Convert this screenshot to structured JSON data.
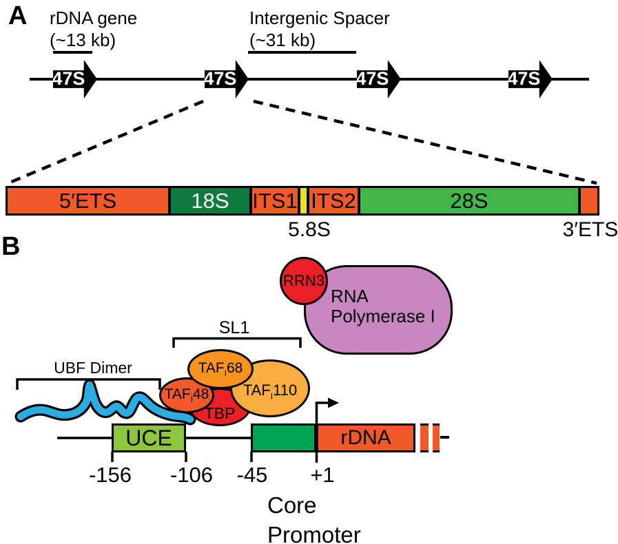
{
  "figure": {
    "panel_a": {
      "label": "A",
      "gene_label_line1": "rDNA gene",
      "gene_label_line2": "(~13 kb)",
      "spacer_label_line1": "Intergenic Spacer",
      "spacer_label_line2": "(~31 kb)",
      "repeat_unit": "47S",
      "bar_segments": [
        {
          "name": "5-ets",
          "label": "5′ETS",
          "color": "#F1592A"
        },
        {
          "name": "18s",
          "label": "18S",
          "color": "#0F7A3D"
        },
        {
          "name": "its1",
          "label": "ITS1",
          "color": "#F1592A"
        },
        {
          "name": "5-8s",
          "label": "",
          "color": "#E8E02C"
        },
        {
          "name": "its2",
          "label": "ITS2",
          "color": "#F1592A"
        },
        {
          "name": "28s",
          "label": "28S",
          "color": "#43B64A"
        },
        {
          "name": "3-ets",
          "label": "",
          "color": "#F1592A"
        }
      ],
      "label_5_8s": "5.8S",
      "label_3ets": "3′ETS"
    },
    "panel_b": {
      "label": "B",
      "rrn3_label": "RRN3",
      "polymerase_line1": "RNA",
      "polymerase_line2": "Polymerase I",
      "sl1_label": "SL1",
      "ubf_label": "UBF Dimer",
      "taf48": {
        "pre": "TAF",
        "sub": "I",
        "post": "48"
      },
      "taf68": {
        "pre": "TAF",
        "sub": "I",
        "post": "68"
      },
      "taf110": {
        "pre": "TAF",
        "sub": "I",
        "post": "110"
      },
      "tbp_label": "TBP",
      "uce_label": "UCE",
      "rdna_label": "rDNA",
      "pos_156": "-156",
      "pos_106": "-106",
      "pos_45": "-45",
      "pos_1": "+1",
      "core_promoter_line1": "Core",
      "core_promoter_line2": "Promoter"
    },
    "colors": {
      "orange_segment": "#F1592A",
      "dark_green_18s": "#0F7A3D",
      "green_28s": "#43B64A",
      "yellow_5_8s": "#E8E02C",
      "uce_green": "#8CC63E",
      "core_promoter_green": "#00A553",
      "ubf_blue": "#2BACE2",
      "red_tbp_rrn3": "#EB2027",
      "taf68_orange": "#F7931E",
      "taf110_amber": "#FAAE40",
      "taf48_orange": "#F1592A",
      "polymerase_plum": "#C987C1",
      "outline_black": "#000000"
    }
  }
}
